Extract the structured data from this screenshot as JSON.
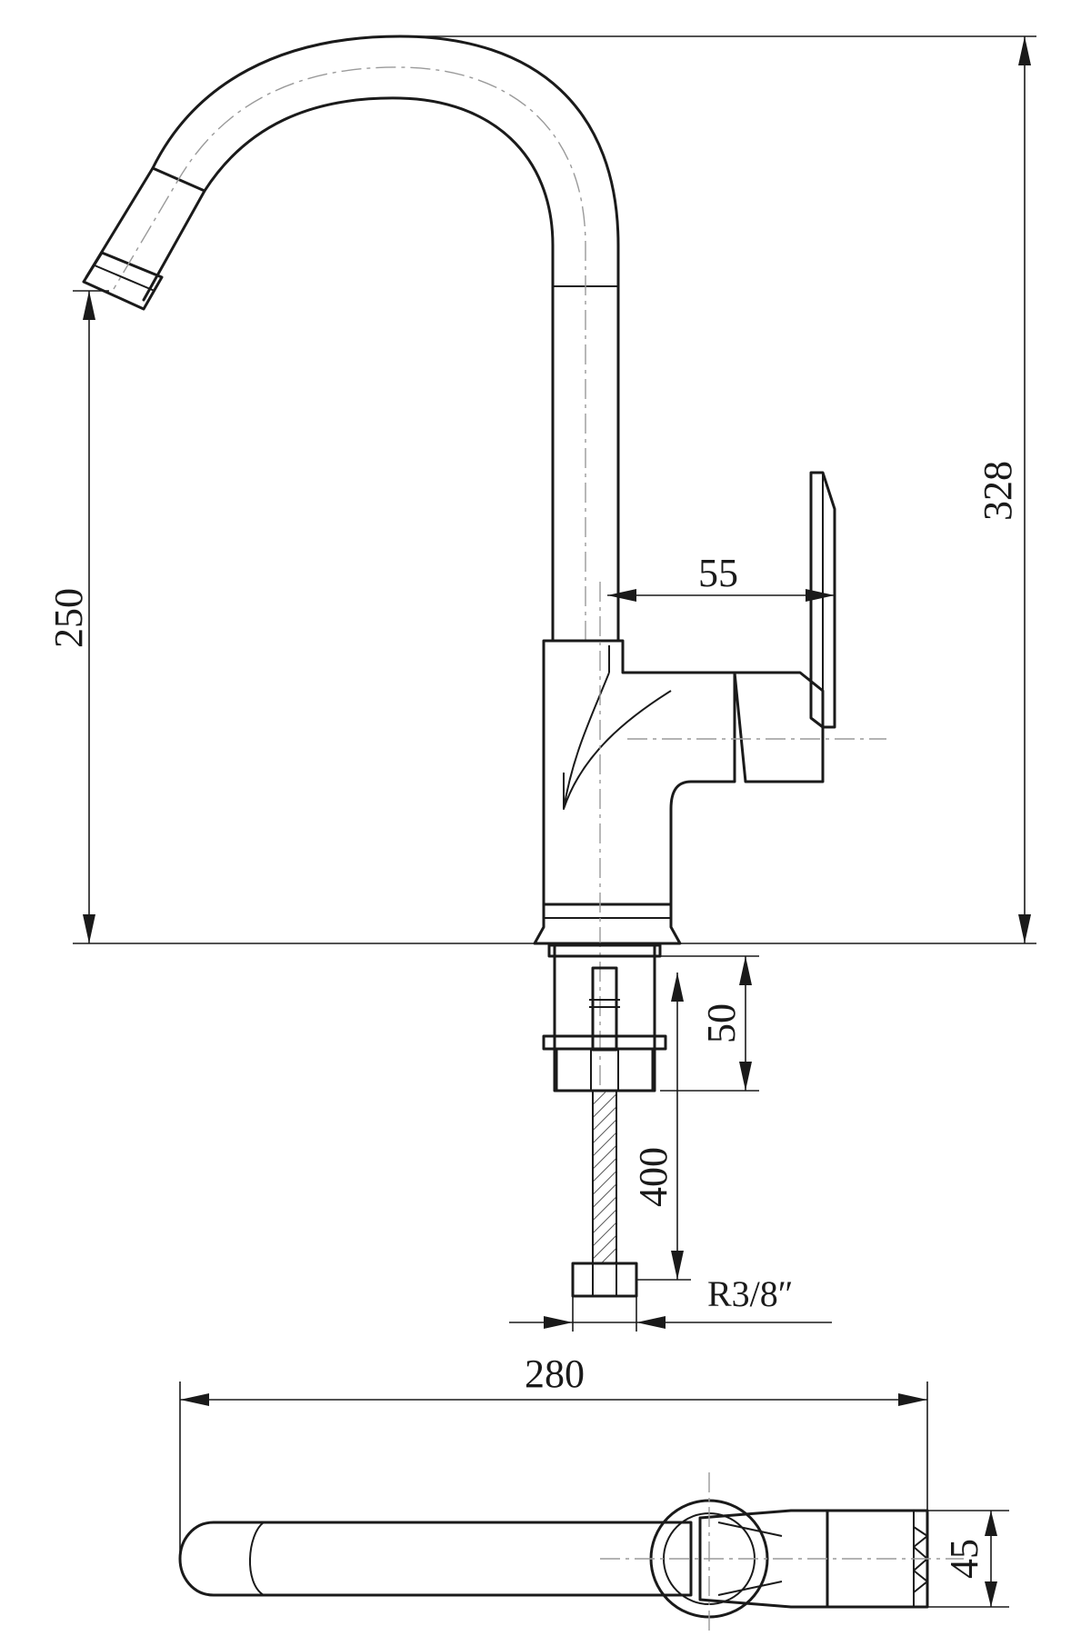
{
  "dimensions": {
    "total_height": "328",
    "spout_height": "250",
    "handle_offset": "55",
    "shank_length": "50",
    "hose_length": "400",
    "connection": "R3/8″",
    "reach": "280",
    "body_width": "45"
  },
  "colors": {
    "line": "#1a1a1a",
    "centerline": "#9a9a9a",
    "background": "#ffffff"
  }
}
